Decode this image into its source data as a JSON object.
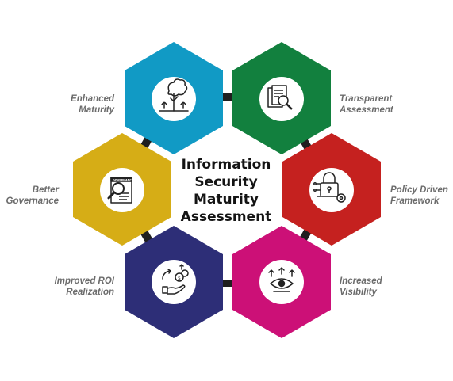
{
  "title": {
    "lines": [
      "Information",
      "Security",
      "Maturity",
      "Assessment"
    ]
  },
  "segments": [
    {
      "id": "enhanced-maturity",
      "lines": [
        "Enhanced",
        "Maturity"
      ],
      "color": "#119ac5",
      "icon": "tree-icon"
    },
    {
      "id": "transparent-assessment",
      "lines": [
        "Transparent",
        "Assessment"
      ],
      "color": "#12803e",
      "icon": "document-magnifier-icon"
    },
    {
      "id": "policy-driven-framework",
      "lines": [
        "Policy Driven",
        "Framework"
      ],
      "color": "#c5211f",
      "icon": "padlock-gear-icon"
    },
    {
      "id": "increased-visibility",
      "lines": [
        "Increased",
        "Visibility"
      ],
      "color": "#cc1077",
      "icon": "eye-arrows-icon"
    },
    {
      "id": "improved-roi-realization",
      "lines": [
        "Improved ROI",
        "Realization"
      ],
      "color": "#2d2e77",
      "icon": "hand-money-growth-icon"
    },
    {
      "id": "better-governance",
      "lines": [
        "Better",
        "Governance"
      ],
      "color": "#d6ad16",
      "icon": "governance-magnifier-icon"
    }
  ],
  "colors": {
    "connector": "#1f1f1f",
    "label_text": "#6c6c6c",
    "title_text": "#141414",
    "icon_circle": "#ffffff",
    "icon_stroke": "#222222"
  }
}
